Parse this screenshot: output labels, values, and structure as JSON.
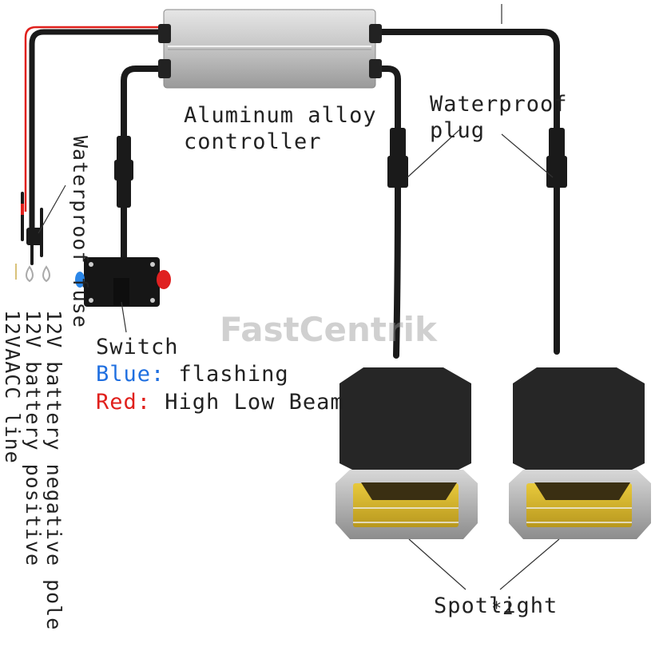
{
  "labels": {
    "controller": [
      "Aluminum alloy",
      "controller"
    ],
    "plug": [
      "Waterproof",
      "plug"
    ],
    "switch_title": "Switch",
    "blue_key": "Blue:",
    "blue_text": " flashing",
    "red_key": "Red:",
    "red_text": " High Low Beam",
    "fuse": "Waterproof fuse",
    "wire_neg": "12V battery negative pole",
    "wire_pos": "12V battery positive",
    "wire_acc": "12VAACC line",
    "spotlight": "Spotlight",
    "spotlight_number": "*2"
  },
  "watermark": "FastCentrik",
  "colors": {
    "cable": "#1a1a1a",
    "red_wire": "#e0201c",
    "blue_label": "#1f6fe0",
    "red_label": "#e0201c",
    "lens": "#d4b62a",
    "housing": "#2a2a2a",
    "aluminum": "#cfcfcf"
  }
}
